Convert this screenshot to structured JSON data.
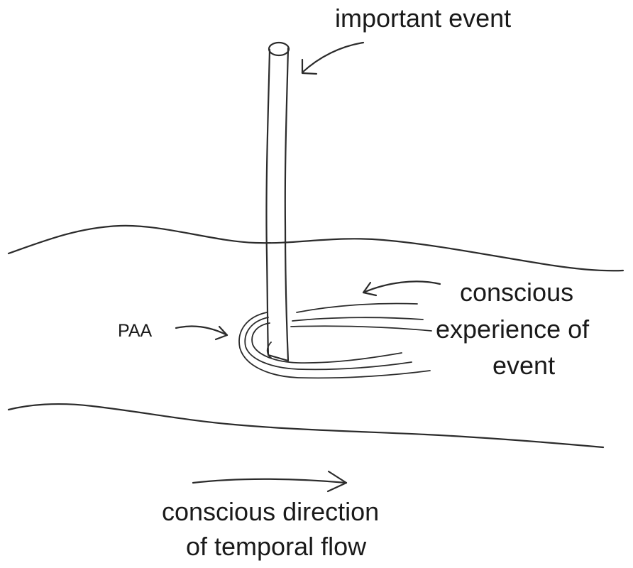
{
  "labels": {
    "important_event": "important event",
    "paa": "PAA",
    "conscious_experience_line1": "conscious",
    "conscious_experience_line2": "experience of",
    "conscious_experience_line3": "event",
    "temporal_flow_line1": "conscious direction",
    "temporal_flow_line2": "of temporal flow"
  },
  "colors": {
    "ink": "#2b2b2b",
    "background": "#ffffff"
  }
}
